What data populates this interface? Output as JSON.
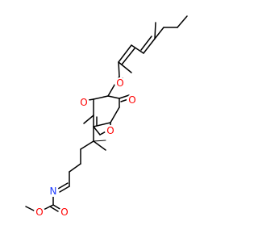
{
  "molecule": {
    "atom_labels": {
      "o_ketone_side": "O",
      "o_ketone_ring": "O",
      "o_lactone_carbonyl": "O",
      "o_ring": "O",
      "n_imine": "N",
      "o_carbamate_carbonyl": "O",
      "o_carbamate_ester": "O"
    },
    "colors": {
      "bond": "#000000",
      "oxygen": "#ff0000",
      "nitrogen": "#1e3cff"
    }
  }
}
